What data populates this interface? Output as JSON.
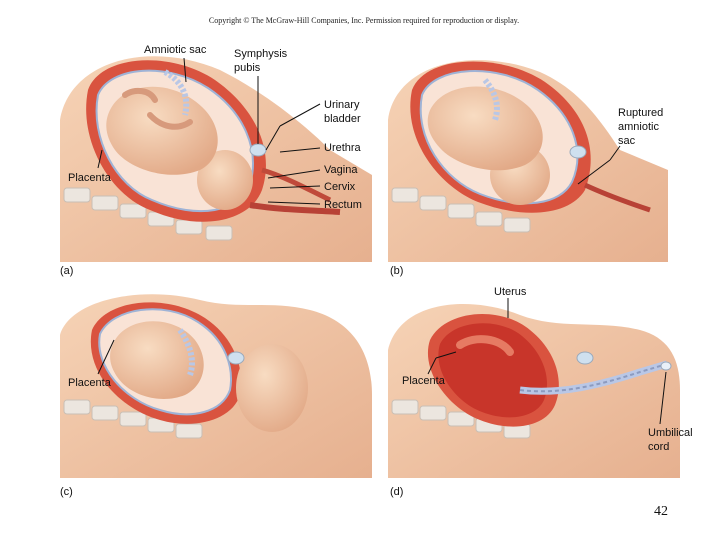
{
  "copyright": "Copyright © The McGraw-Hill Companies, Inc. Permission required for reproduction or display.",
  "page_number": "42",
  "panels": [
    {
      "id": "a",
      "label": "(a)"
    },
    {
      "id": "b",
      "label": "(b)"
    },
    {
      "id": "c",
      "label": "(c)"
    },
    {
      "id": "d",
      "label": "(d)"
    }
  ],
  "labels": {
    "amniotic_sac": "Amniotic sac",
    "symphysis_pubis_1": "Symphysis",
    "symphysis_pubis_2": "pubis",
    "urinary_bladder_1": "Urinary",
    "urinary_bladder_2": "bladder",
    "urethra": "Urethra",
    "vagina": "Vagina",
    "cervix": "Cervix",
    "rectum": "Rectum",
    "placenta_a": "Placenta",
    "ruptured_1": "Ruptured",
    "ruptured_2": "amniotic",
    "ruptured_3": "sac",
    "placenta_c": "Placenta",
    "uterus": "Uterus",
    "placenta_d": "Placenta",
    "umbilical_1": "Umbilical",
    "umbilical_2": "cord"
  },
  "colors": {
    "skin": "#f2c9a8",
    "skin_dark": "#e3a887",
    "uterus_wall": "#d9533f",
    "uterus_inner": "#f08a74",
    "amnion": "#f9e3d6",
    "cord": "#b9c7e6",
    "spine": "#e8e2dc",
    "line": "#111111"
  }
}
